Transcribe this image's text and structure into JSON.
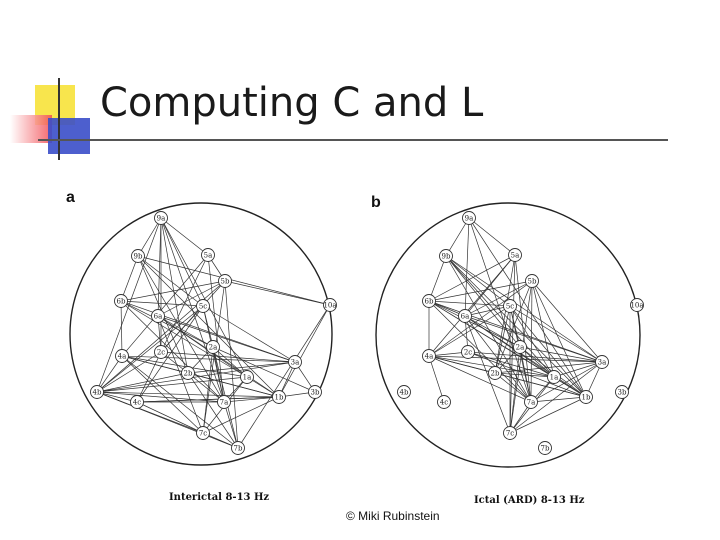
{
  "slide": {
    "title": "Computing C and L",
    "copyright": "© Miki Rubinstein"
  },
  "panels": [
    {
      "label": "a",
      "caption": "Interictal 8-13 Hz",
      "nodes": [
        "9a",
        "9b",
        "5a",
        "5b",
        "6b",
        "5c",
        "10a",
        "6a",
        "2a",
        "2c",
        "4a",
        "3a",
        "2b",
        "1a",
        "4b",
        "4c",
        "7a",
        "1b",
        "3b",
        "7c",
        "7b"
      ],
      "edges": [
        [
          "9a",
          "9b"
        ],
        [
          "9a",
          "5a"
        ],
        [
          "9a",
          "6a"
        ],
        [
          "9a",
          "5c"
        ],
        [
          "9a",
          "2b"
        ],
        [
          "9a",
          "1a"
        ],
        [
          "9a",
          "7a"
        ],
        [
          "9a",
          "2c"
        ],
        [
          "9a",
          "4b"
        ],
        [
          "9b",
          "6b"
        ],
        [
          "9b",
          "5c"
        ],
        [
          "9b",
          "2b"
        ],
        [
          "9b",
          "7a"
        ],
        [
          "9b",
          "1b"
        ],
        [
          "5a",
          "5b"
        ],
        [
          "5a",
          "4a"
        ],
        [
          "5a",
          "2c"
        ],
        [
          "5a",
          "7a"
        ],
        [
          "5b",
          "6b"
        ],
        [
          "5b",
          "6a"
        ],
        [
          "5b",
          "2c"
        ],
        [
          "5b",
          "10a"
        ],
        [
          "5b",
          "7c"
        ],
        [
          "5b",
          "7b"
        ],
        [
          "5b",
          "4b"
        ],
        [
          "10a",
          "7b"
        ],
        [
          "10a",
          "1b"
        ],
        [
          "10a",
          "9b"
        ],
        [
          "6b",
          "5c"
        ],
        [
          "6b",
          "2a"
        ],
        [
          "6b",
          "3a"
        ],
        [
          "6b",
          "1a"
        ],
        [
          "6b",
          "7a"
        ],
        [
          "6b",
          "4a"
        ],
        [
          "6a",
          "2a"
        ],
        [
          "6a",
          "2c"
        ],
        [
          "6a",
          "1a"
        ],
        [
          "6a",
          "3a"
        ],
        [
          "6a",
          "7c"
        ],
        [
          "6a",
          "1b"
        ],
        [
          "5c",
          "2c"
        ],
        [
          "5c",
          "3a"
        ],
        [
          "5c",
          "7a"
        ],
        [
          "5c",
          "7b"
        ],
        [
          "5c",
          "4c"
        ],
        [
          "5c",
          "4b"
        ],
        [
          "2a",
          "1a"
        ],
        [
          "2a",
          "7c"
        ],
        [
          "2a",
          "3b"
        ],
        [
          "2a",
          "7a"
        ],
        [
          "2a",
          "2b"
        ],
        [
          "2c",
          "2b"
        ],
        [
          "2c",
          "4c"
        ],
        [
          "2c",
          "3a"
        ],
        [
          "2c",
          "4b"
        ],
        [
          "4a",
          "2b"
        ],
        [
          "4a",
          "1a"
        ],
        [
          "4a",
          "3a"
        ],
        [
          "4a",
          "1b"
        ],
        [
          "4a",
          "7c"
        ],
        [
          "4a",
          "4b"
        ],
        [
          "3a",
          "4b"
        ],
        [
          "3a",
          "1b"
        ],
        [
          "3a",
          "3b"
        ],
        [
          "3a",
          "2b"
        ],
        [
          "2b",
          "7a"
        ],
        [
          "2b",
          "7b"
        ],
        [
          "2b",
          "4b"
        ],
        [
          "2b",
          "1b"
        ],
        [
          "1a",
          "4b"
        ],
        [
          "1a",
          "7a"
        ],
        [
          "1a",
          "7c"
        ],
        [
          "1a",
          "1b"
        ],
        [
          "4b",
          "4c"
        ],
        [
          "4b",
          "7a"
        ],
        [
          "4b",
          "7c"
        ],
        [
          "4b",
          "1b"
        ],
        [
          "4b",
          "7b"
        ],
        [
          "4c",
          "7c"
        ],
        [
          "4c",
          "7a"
        ],
        [
          "4c",
          "1b"
        ],
        [
          "7a",
          "7b"
        ],
        [
          "7a",
          "1b"
        ],
        [
          "1b",
          "3b"
        ],
        [
          "1b",
          "4c"
        ],
        [
          "7c",
          "7b"
        ],
        [
          "7c",
          "1b"
        ],
        [
          "7b",
          "4a"
        ]
      ]
    },
    {
      "label": "b",
      "caption": "Ictal (ARD) 8-13 Hz",
      "nodes": [
        "9a",
        "9b",
        "5a",
        "5b",
        "6b",
        "5c",
        "10a",
        "6a",
        "2a",
        "2c",
        "4a",
        "3a",
        "2b",
        "1a",
        "4b",
        "4c",
        "7a",
        "1b",
        "3b",
        "7c",
        "7b"
      ],
      "edges": [
        [
          "9a",
          "9b"
        ],
        [
          "9a",
          "5a"
        ],
        [
          "9a",
          "1b"
        ],
        [
          "9a",
          "6a"
        ],
        [
          "9a",
          "7a"
        ],
        [
          "9b",
          "6b"
        ],
        [
          "9b",
          "5c"
        ],
        [
          "9b",
          "2a"
        ],
        [
          "9b",
          "1a"
        ],
        [
          "9b",
          "7a"
        ],
        [
          "9b",
          "1b"
        ],
        [
          "9b",
          "3a"
        ],
        [
          "5a",
          "6a"
        ],
        [
          "5a",
          "2b"
        ],
        [
          "5a",
          "4a"
        ],
        [
          "5a",
          "7a"
        ],
        [
          "5a",
          "7c"
        ],
        [
          "5b",
          "6b"
        ],
        [
          "5b",
          "6a"
        ],
        [
          "5b",
          "2b"
        ],
        [
          "5b",
          "1a"
        ],
        [
          "5b",
          "3a"
        ],
        [
          "5b",
          "1b"
        ],
        [
          "5b",
          "7a"
        ],
        [
          "5b",
          "7c"
        ],
        [
          "5b",
          "4a"
        ],
        [
          "6b",
          "5c"
        ],
        [
          "6b",
          "6a"
        ],
        [
          "6b",
          "2a"
        ],
        [
          "6b",
          "1a"
        ],
        [
          "6b",
          "3a"
        ],
        [
          "6b",
          "1b"
        ],
        [
          "6b",
          "4a"
        ],
        [
          "6b",
          "7a"
        ],
        [
          "6b",
          "5a"
        ],
        [
          "6a",
          "2a"
        ],
        [
          "6a",
          "3a"
        ],
        [
          "6a",
          "1a"
        ],
        [
          "6a",
          "1b"
        ],
        [
          "6a",
          "7a"
        ],
        [
          "6a",
          "7c"
        ],
        [
          "6a",
          "2c"
        ],
        [
          "6a",
          "5c"
        ],
        [
          "5c",
          "2a"
        ],
        [
          "5c",
          "1a"
        ],
        [
          "5c",
          "3a"
        ],
        [
          "5c",
          "1b"
        ],
        [
          "5c",
          "7a"
        ],
        [
          "5c",
          "7c"
        ],
        [
          "5c",
          "4a"
        ],
        [
          "5c",
          "2b"
        ],
        [
          "2a",
          "1a"
        ],
        [
          "2a",
          "3a"
        ],
        [
          "2a",
          "1b"
        ],
        [
          "2a",
          "7a"
        ],
        [
          "2a",
          "7c"
        ],
        [
          "2a",
          "2b"
        ],
        [
          "2c",
          "4a"
        ],
        [
          "2c",
          "1a"
        ],
        [
          "2c",
          "1b"
        ],
        [
          "2c",
          "3a"
        ],
        [
          "4a",
          "1a"
        ],
        [
          "4a",
          "3a"
        ],
        [
          "4a",
          "1b"
        ],
        [
          "4a",
          "7a"
        ],
        [
          "4a",
          "4c"
        ],
        [
          "4a",
          "2b"
        ],
        [
          "3a",
          "1a"
        ],
        [
          "3a",
          "1b"
        ],
        [
          "3a",
          "2b"
        ],
        [
          "3a",
          "7c"
        ],
        [
          "3a",
          "7a"
        ],
        [
          "2b",
          "1a"
        ],
        [
          "2b",
          "1b"
        ],
        [
          "2b",
          "7a"
        ],
        [
          "1a",
          "1b"
        ],
        [
          "1a",
          "7a"
        ],
        [
          "1a",
          "7c"
        ],
        [
          "7a",
          "1b"
        ],
        [
          "7a",
          "7c"
        ],
        [
          "1b",
          "7c"
        ]
      ]
    }
  ]
}
